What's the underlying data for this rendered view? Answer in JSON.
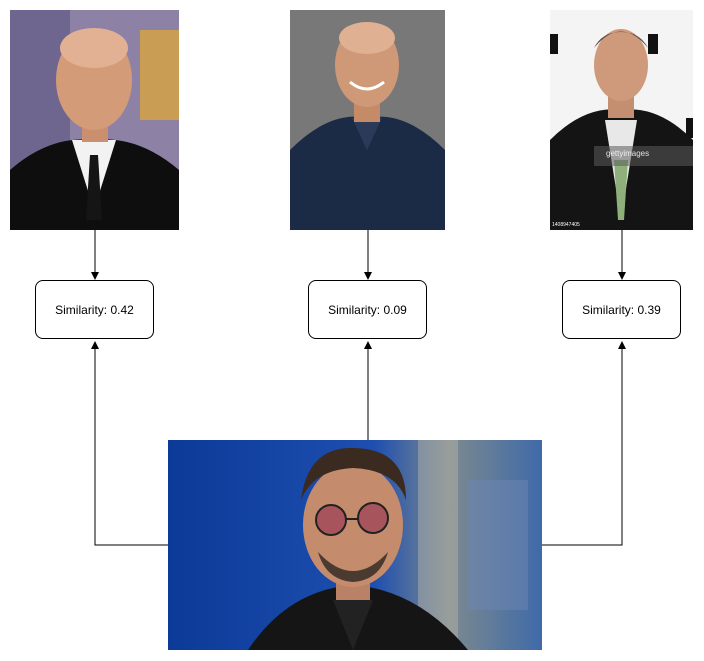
{
  "diagram": {
    "similarity_boxes": [
      {
        "label": "Similarity: 0.42",
        "value": 0.42
      },
      {
        "label": "Similarity: 0.09",
        "value": 0.09
      },
      {
        "label": "Similarity: 0.39",
        "value": 0.39
      }
    ],
    "candidate_photos": [
      {
        "name": "candidate-photo-1",
        "background": "#8a7fa0",
        "suit": "#0d0d0d"
      },
      {
        "name": "candidate-photo-2",
        "background": "#6e6e6e",
        "suit": "#1b2a44"
      },
      {
        "name": "candidate-photo-3",
        "background": "#f4f4f4",
        "suit": "#121212"
      }
    ],
    "query_photo": {
      "name": "query-photo",
      "background": "#0d3f9e"
    },
    "watermark_text": "gettyimages",
    "photo_id_text": "1408947405",
    "colors": {
      "line": "#000000",
      "box_border": "#000000"
    }
  }
}
